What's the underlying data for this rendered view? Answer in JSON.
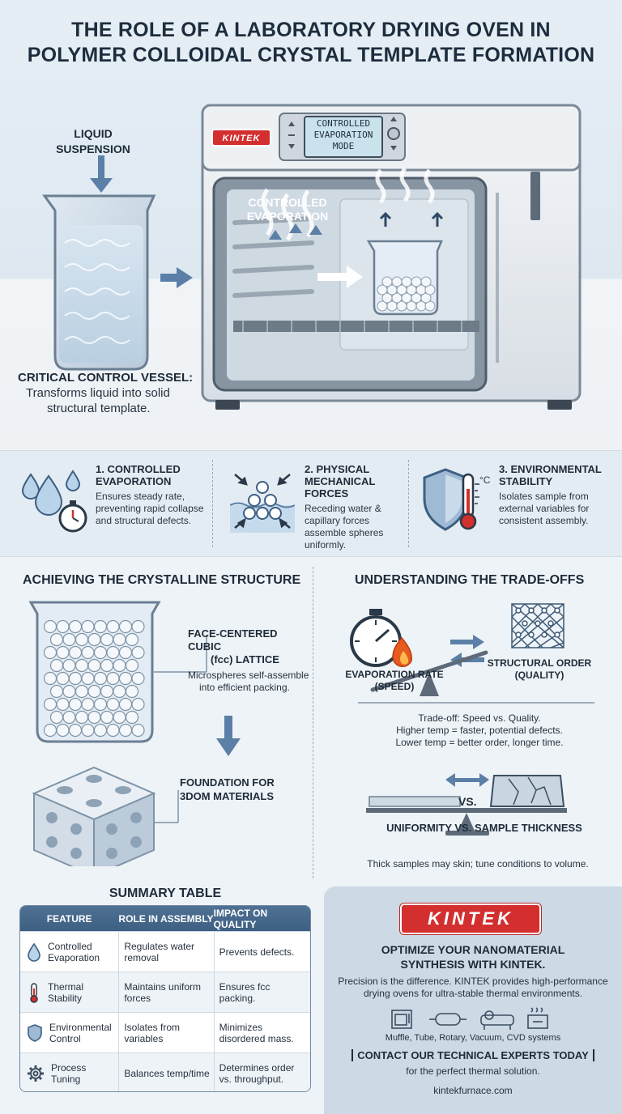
{
  "title_line1": "THE ROLE OF A LABORATORY DRYING OVEN IN",
  "title_line2": "POLYMER COLLOIDAL CRYSTAL TEMPLATE FORMATION",
  "hero": {
    "liquid_label_1": "LIQUID",
    "liquid_label_2": "SUSPENSION",
    "brand": "KINTEK",
    "display_1": "CONTROLLED",
    "display_2": "EVAPORATION",
    "display_3": "MODE",
    "evap_label_1": "CONTROLLED",
    "evap_label_2": "EVAPORATION",
    "vessel_title": "CRITICAL CONTROL VESSEL:",
    "vessel_text_1": "Transforms liquid into solid",
    "vessel_text_2": "structural template."
  },
  "features": [
    {
      "title_1": "1. CONTROLLED",
      "title_2": "EVAPORATION",
      "text_1": "Ensures steady rate,",
      "text_2": "preventing rapid collapse",
      "text_3": "and structural defects."
    },
    {
      "title_1": "2. PHYSICAL",
      "title_2": "MECHANICAL",
      "title_3": "FORCES",
      "text_1": "Receding water &",
      "text_2": "capillary forces",
      "text_3": "assemble spheres",
      "text_4": "uniformly."
    },
    {
      "title_1": "3. ENVIRONMENTAL",
      "title_2": "STABILITY",
      "text_1": "Isolates sample from",
      "text_2": "external variables for",
      "text_3": "consistent assembly."
    }
  ],
  "temp_unit": "°C",
  "crystal": {
    "heading": "ACHIEVING THE CRYSTALLINE STRUCTURE",
    "fcc_title_1": "FACE-CENTERED CUBIC",
    "fcc_title_2": "(fcc) LATTICE",
    "fcc_text_1": "Microspheres self-assemble",
    "fcc_text_2": "into efficient packing.",
    "found_1": "FOUNDATION FOR",
    "found_2": "3DOM MATERIALS"
  },
  "tradeoff": {
    "heading": "UNDERSTANDING THE TRADE-OFFS",
    "rate_1": "EVAPORATION RATE",
    "rate_2": "(SPEED)",
    "order_1": "STRUCTURAL ORDER",
    "order_2": "(QUALITY)",
    "line_1": "Trade-off: Speed vs. Quality.",
    "line_2": "Higher temp = faster, potential defects.",
    "line_3": "Lower temp = better order, longer time.",
    "vs": "VS.",
    "uniform": "UNIFORMITY VS. SAMPLE THICKNESS",
    "thick_note": "Thick samples may skin; tune conditions to volume."
  },
  "table": {
    "heading": "SUMMARY TABLE",
    "headers": [
      "FEATURE",
      "ROLE IN ASSEMBLY",
      "IMPACT ON QUALITY"
    ],
    "rows": [
      {
        "icon": "water-drop-icon",
        "f1": "Controlled",
        "f2": "Evaporation",
        "r1": "Regulates water",
        "r2": "removal",
        "i1": "Prevents defects.",
        "i2": ""
      },
      {
        "icon": "thermometer-icon",
        "f1": "Thermal",
        "f2": "Stability",
        "r1": "Maintains uniform",
        "r2": "forces",
        "i1": "Ensures fcc",
        "i2": "packing."
      },
      {
        "icon": "shield-icon",
        "f1": "Environmental",
        "f2": "Control",
        "r1": "Isolates from",
        "r2": "variables",
        "i1": "Minimizes",
        "i2": "disordered mass."
      },
      {
        "icon": "gear-icon",
        "f1": "Process",
        "f2": "Tuning",
        "r1": "Balances temp/time",
        "r2": "",
        "i1": "Determines order",
        "i2": "vs. throughput."
      }
    ]
  },
  "cta": {
    "brand": "KINTEK",
    "headline_1": "OPTIMIZE YOUR NANOMATERIAL",
    "headline_2": "SYNTHESIS WITH KINTEK.",
    "text_1": "Precision is the difference. KINTEK provides high-performance",
    "text_2": "drying ovens for ultra-stable thermal environments.",
    "systems": "Muffle, Tube, Rotary, Vacuum, CVD systems",
    "contact": "CONTACT OUR TECHNICAL EXPERTS TODAY",
    "contact_sub": "for the perfect thermal solution.",
    "url": "kintekfurnace.com"
  },
  "colors": {
    "accent_blue": "#3d5f82",
    "brand_red": "#d32f2f",
    "arrow_blue": "#5b7fa6"
  }
}
